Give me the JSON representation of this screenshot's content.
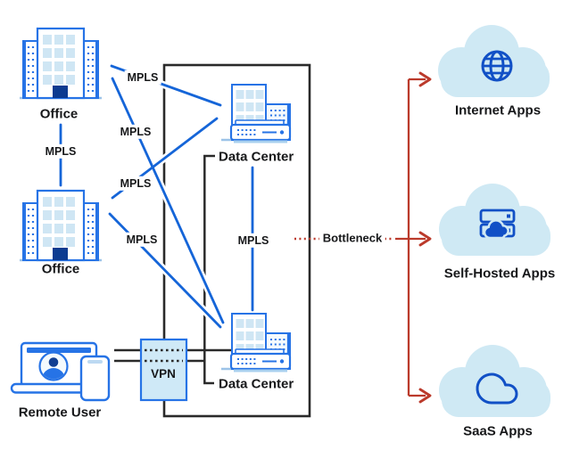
{
  "diagram": {
    "type": "network-topology",
    "nodes": {
      "office_top": {
        "label": "Office"
      },
      "office_bottom": {
        "label": "Office"
      },
      "remote_user": {
        "label": "Remote User"
      },
      "data_center_top": {
        "label": "Data Center"
      },
      "data_center_bottom": {
        "label": "Data Center"
      },
      "vpn": {
        "label": "VPN"
      },
      "internet_apps": {
        "label": "Internet Apps"
      },
      "self_hosted_apps": {
        "label": "Self-Hosted Apps"
      },
      "saas_apps": {
        "label": "SaaS Apps"
      }
    },
    "links": {
      "mpls": [
        {
          "id": "office-top-to-office-bottom",
          "label": "MPLS"
        },
        {
          "id": "office-top-to-dc-top",
          "label": "MPLS"
        },
        {
          "id": "office-top-to-dc-bottom",
          "label": "MPLS"
        },
        {
          "id": "office-bottom-to-dc-top",
          "label": "MPLS"
        },
        {
          "id": "office-bottom-to-dc-bottom",
          "label": "MPLS"
        },
        {
          "id": "dc-top-to-dc-bottom",
          "label": "MPLS"
        }
      ],
      "bottleneck": {
        "label": "Bottleneck"
      }
    },
    "colors": {
      "mpls_blue": "#1565d8",
      "icon_blue": "#1150c6",
      "outline_blue": "#2673e6",
      "window_fill": "#cfe6f4",
      "cloud_fill": "#cfe9f4",
      "vpn_fill": "#cfe9f7",
      "line_black": "#2a2a2a",
      "arrow_red": "#bb3a2b",
      "door_navy": "#0c3b90"
    }
  }
}
